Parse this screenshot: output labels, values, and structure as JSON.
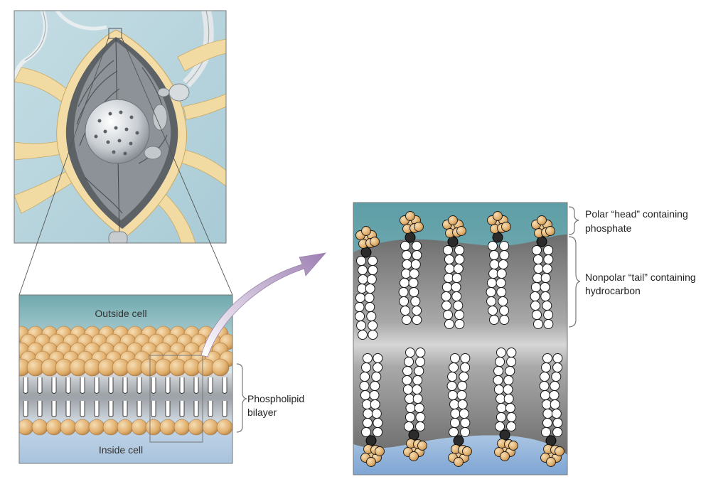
{
  "labels": {
    "outside_cell": "Outside cell",
    "inside_cell": "Inside cell",
    "bilayer_line1": "Phospholipid",
    "bilayer_line2": "bilayer",
    "head_line1": "Polar “head” containing",
    "head_line2": "phosphate",
    "tail_line1": "Nonpolar “tail” containing",
    "tail_line2": "hydrocarbon"
  },
  "colors": {
    "extracellular": "#a7cfd6",
    "cytoplasm": "#bfd4e8",
    "head": "#e2b57a",
    "membrane_gray": "#8f8f8f",
    "neuron": "#f3dca6",
    "arrow": "#b39ac2"
  }
}
